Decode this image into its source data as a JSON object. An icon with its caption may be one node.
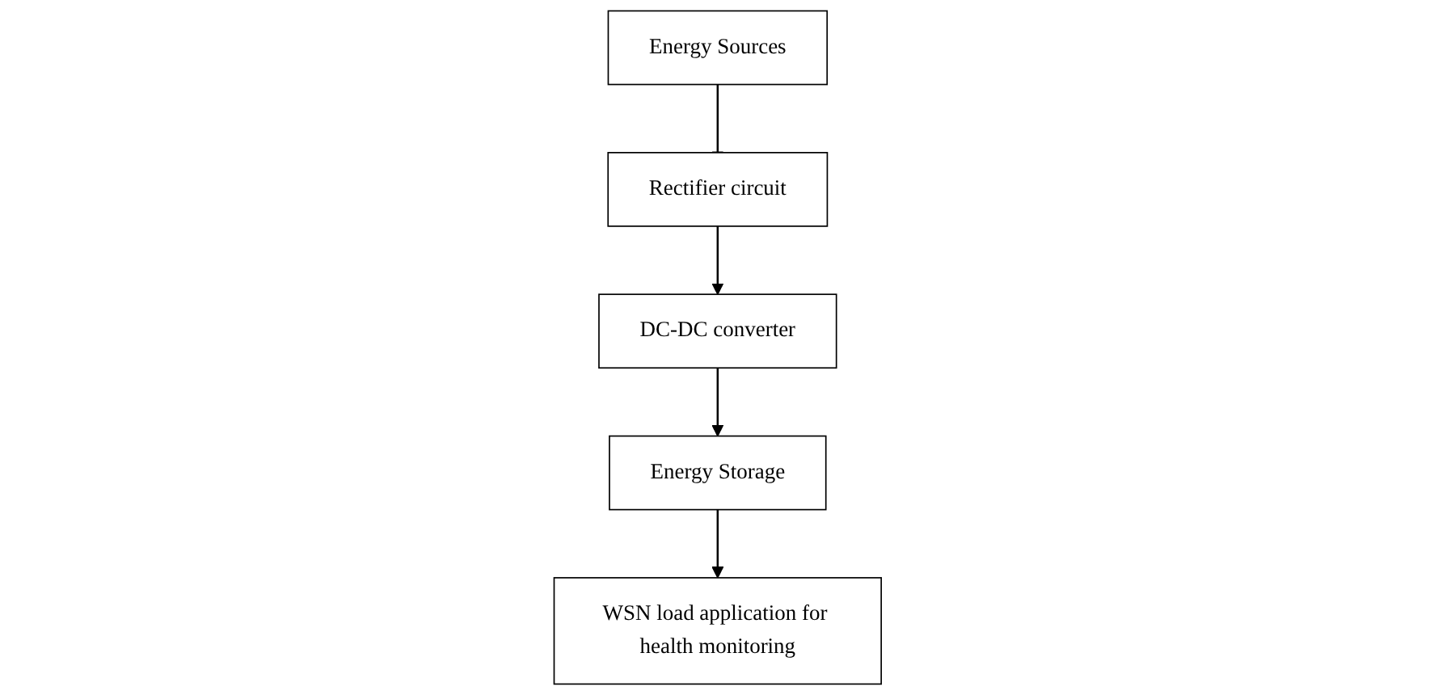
{
  "diagram": {
    "nodes": [
      {
        "text": [
          "Energy Sources"
        ]
      },
      {
        "text": [
          "Rectifier circuit"
        ]
      },
      {
        "text": [
          "DC-DC converter"
        ]
      },
      {
        "text": [
          "Energy Storage"
        ]
      },
      {
        "text": [
          "WSN load application for health monitoring"
        ]
      }
    ],
    "edges": [
      {
        "from": 0,
        "to": 1,
        "arrow": "other"
      },
      {
        "from": 1,
        "to": 2,
        "arrow": "to"
      },
      {
        "from": 2,
        "to": 3,
        "arrow": "to"
      },
      {
        "from": 3,
        "to": 4,
        "arrow": "to"
      }
    ]
  }
}
